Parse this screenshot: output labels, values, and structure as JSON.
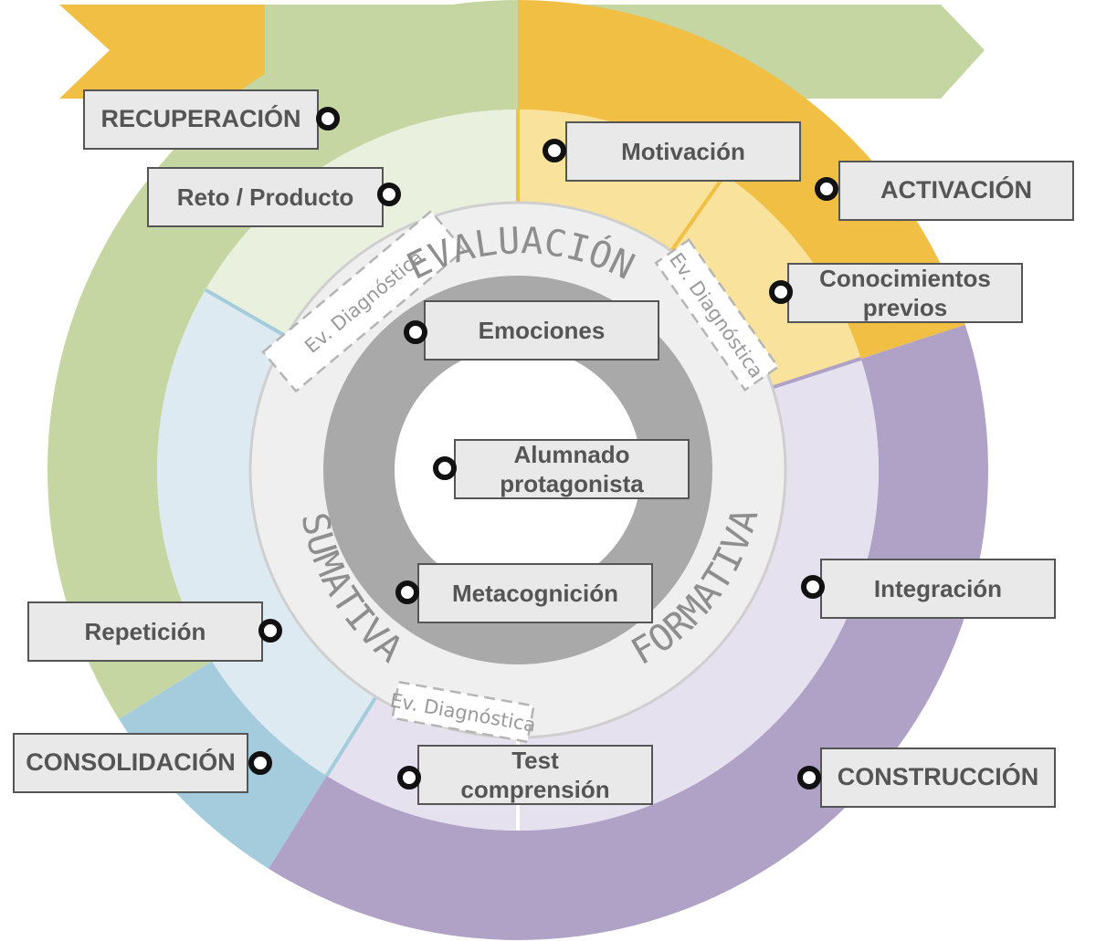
{
  "colors": {
    "recuperacion": "#c6d6a2",
    "activacion": "#f1bf44",
    "construccion": "#b0a1c6",
    "consolidacion": "#a4ccdc",
    "recuperacion_light": "#eaf0de",
    "activacion_light": "#f9e29b",
    "construccion_light": "#e6e1ef",
    "consolidacion_light": "#deeaf1",
    "evaluacion_ring": "#efefef",
    "core_ring": "#a9a9a9"
  },
  "rings": {
    "evaluacion": "EVALUACIÓN",
    "formativa": "FORMATIVA",
    "sumativa": "SUMATIVA",
    "ev_diagnostica": "Ev. Diagnóstica"
  },
  "labels": {
    "recuperacion": "RECUPERACIÓN",
    "reto_producto": "Reto / Producto",
    "motivacion": "Motivación",
    "activacion": "ACTIVACIÓN",
    "conocimientos_previos": "Conocimientos\nprevios",
    "emociones": "Emociones",
    "alumnado_protagonista": "Alumnado\nprotagonista",
    "metacognicion": "Metacognición",
    "integracion": "Integración",
    "repeticion": "Repetición",
    "consolidacion": "CONSOLIDACIÓN",
    "test_comprension": "Test\ncomprensión",
    "construccion": "CONSTRUCCIÓN"
  }
}
